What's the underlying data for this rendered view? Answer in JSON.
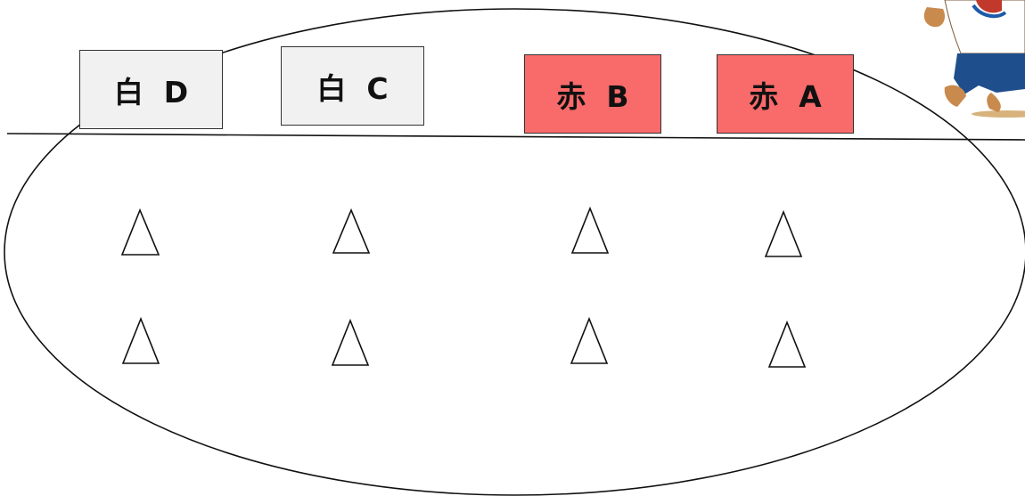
{
  "teams": [
    {
      "id": "white-d",
      "text": "白  D",
      "color": "#f1f1f1"
    },
    {
      "id": "white-c",
      "text": "白  C",
      "color": "#f1f1f1"
    },
    {
      "id": "red-b",
      "text": "赤  B",
      "color": "#f96a6a"
    },
    {
      "id": "red-a",
      "text": "赤  A",
      "color": "#f96a6a"
    }
  ],
  "markers": {
    "shape": "triangle-outline",
    "rows": 2,
    "columns": 4
  },
  "colors": {
    "line": "#111111",
    "box_border": "#333333",
    "background": "#ffffff"
  }
}
